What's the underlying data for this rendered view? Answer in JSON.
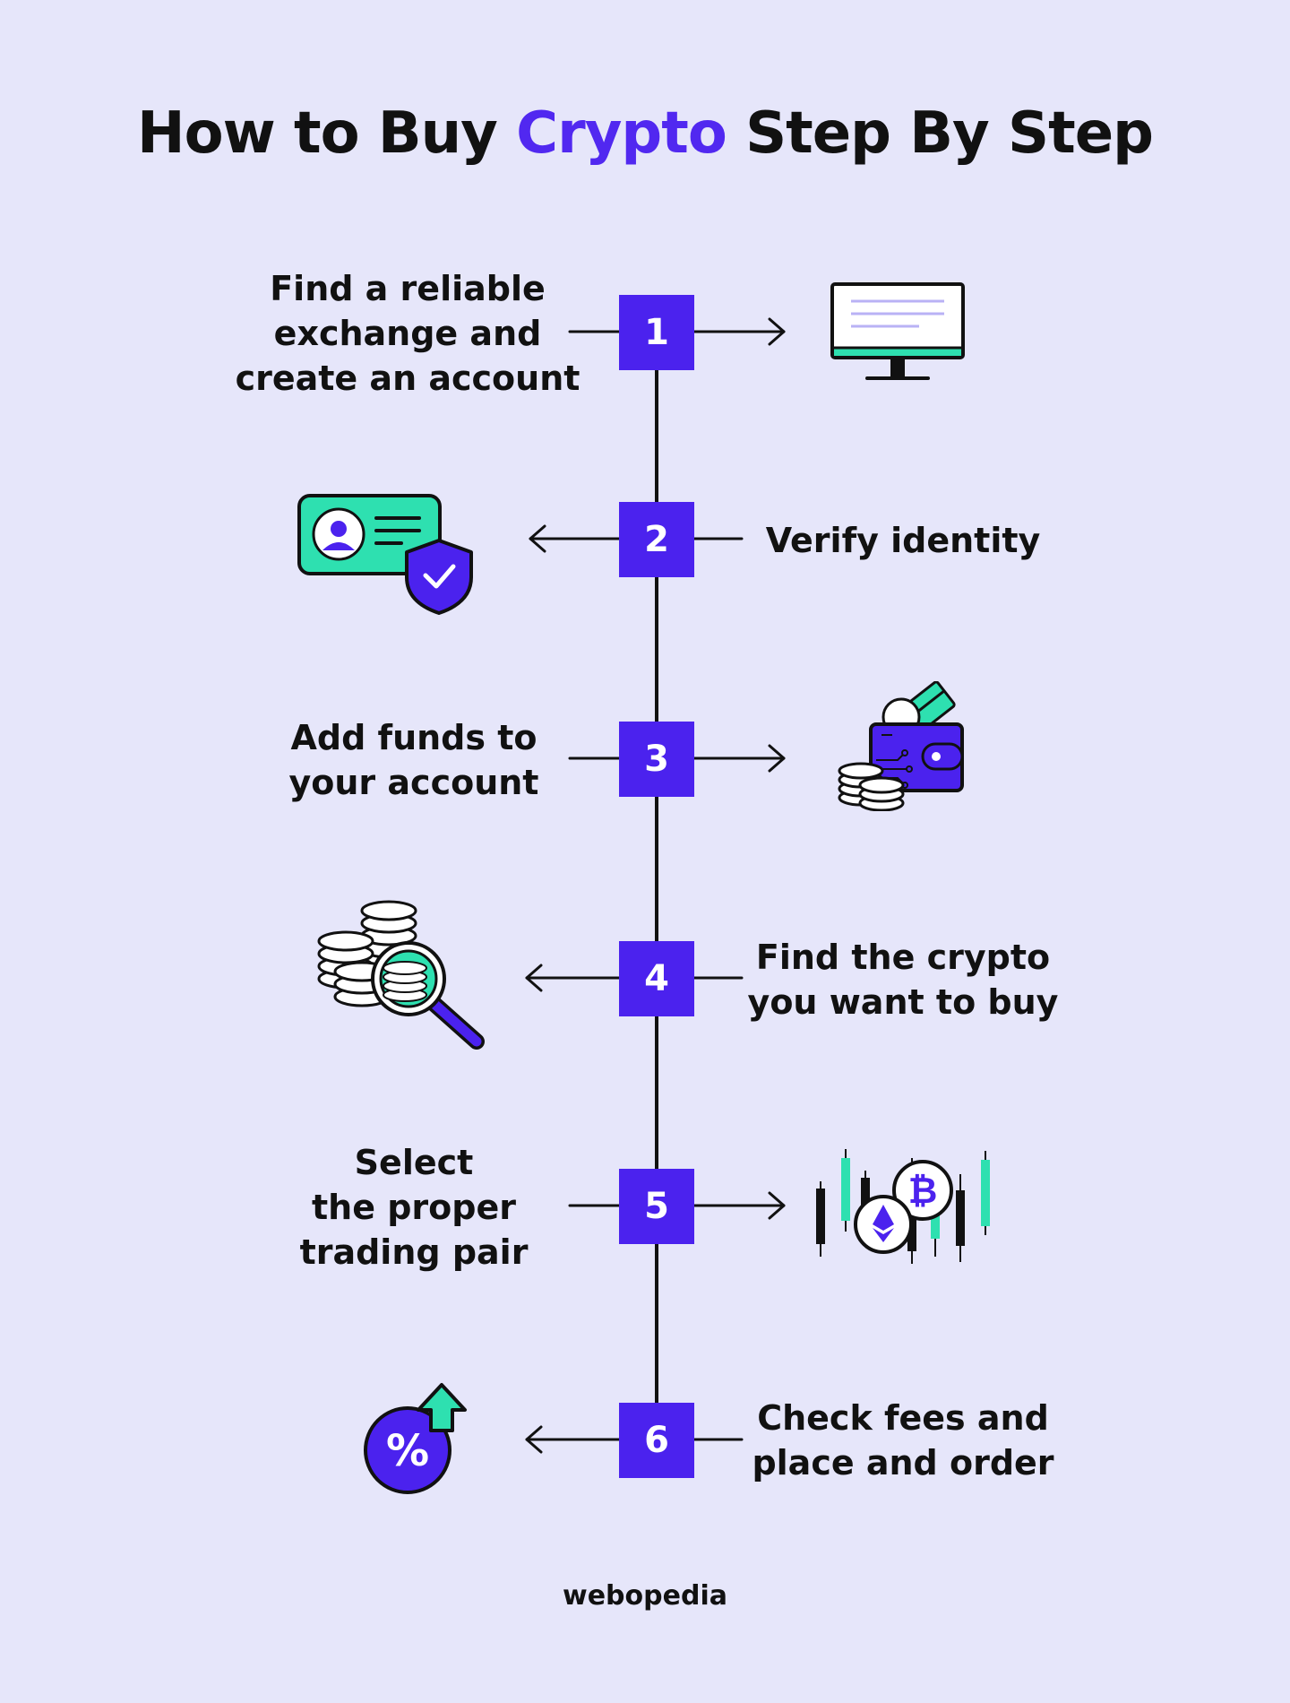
{
  "title": {
    "part1": "How to Buy ",
    "accent": "Crypto",
    "part2": " Step By Step"
  },
  "colors": {
    "background": "#E6E6FA",
    "accent": "#4B22EE",
    "teal": "#2EE0B0",
    "ink": "#111111"
  },
  "steps": [
    {
      "number": "1",
      "lines": [
        "Find a reliable",
        "exchange and",
        "create an account"
      ],
      "icon": "monitor-icon"
    },
    {
      "number": "2",
      "lines": [
        "Verify identity"
      ],
      "icon": "id-card-shield-icon"
    },
    {
      "number": "3",
      "lines": [
        "Add funds to",
        "your account"
      ],
      "icon": "wallet-coins-icon"
    },
    {
      "number": "4",
      "lines": [
        "Find the crypto",
        "you want to buy"
      ],
      "icon": "coins-magnifier-icon"
    },
    {
      "number": "5",
      "lines": [
        "Select",
        "the proper",
        "trading pair"
      ],
      "icon": "candlestick-crypto-icon"
    },
    {
      "number": "6",
      "lines": [
        "Check fees and",
        "place and order"
      ],
      "icon": "percent-up-icon"
    }
  ],
  "footer": {
    "brand": "webopedia"
  }
}
